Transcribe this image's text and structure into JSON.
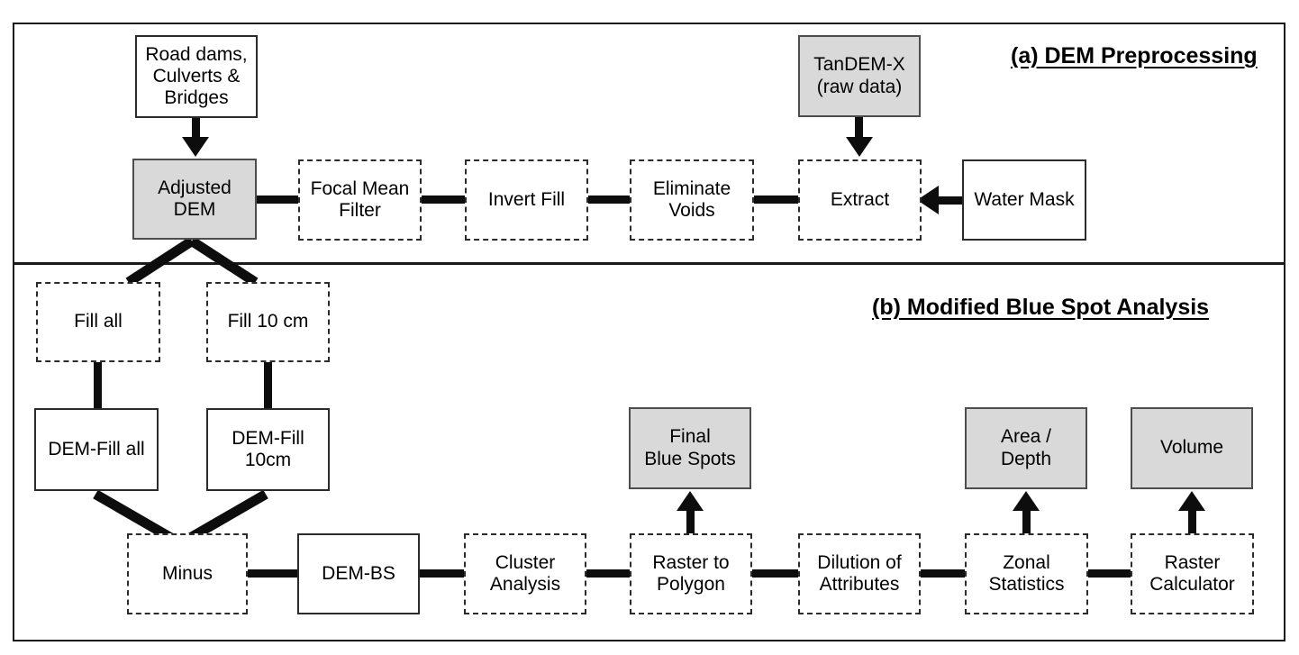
{
  "figure": {
    "type": "flowchart",
    "panels": [
      {
        "id": "a",
        "caption": "(a) DEM Preprocessing",
        "nodes": [
          {
            "key": "road_dams",
            "label": "Road dams,\nCulverts &\nBridges",
            "style": "solid"
          },
          {
            "key": "adjusted_dem",
            "label": "Adjusted\nDEM",
            "style": "shaded"
          },
          {
            "key": "focal_mean",
            "label": "Focal Mean\nFilter",
            "style": "dashed"
          },
          {
            "key": "invert_fill",
            "label": "Invert Fill",
            "style": "dashed"
          },
          {
            "key": "eliminate",
            "label": "Eliminate\nVoids",
            "style": "dashed"
          },
          {
            "key": "extract",
            "label": "Extract",
            "style": "dashed"
          },
          {
            "key": "water_mask",
            "label": "Water Mask",
            "style": "solid"
          },
          {
            "key": "tandem_x",
            "label": "TanDEM-X\n(raw data)",
            "style": "shaded"
          }
        ]
      },
      {
        "id": "b",
        "caption": "(b) Modified Blue Spot Analysis",
        "nodes": [
          {
            "key": "fill_all",
            "label": "Fill all",
            "style": "dashed"
          },
          {
            "key": "fill_10cm",
            "label": "Fill 10 cm",
            "style": "dashed"
          },
          {
            "key": "dem_fill_all",
            "label": "DEM-Fill all",
            "style": "solid"
          },
          {
            "key": "dem_fill_10cm",
            "label": "DEM-Fill\n10cm",
            "style": "solid"
          },
          {
            "key": "minus",
            "label": "Minus",
            "style": "dashed"
          },
          {
            "key": "dem_bs",
            "label": "DEM-BS",
            "style": "solid"
          },
          {
            "key": "cluster",
            "label": "Cluster\nAnalysis",
            "style": "dashed"
          },
          {
            "key": "raster_polygon",
            "label": "Raster to\nPolygon",
            "style": "dashed"
          },
          {
            "key": "final_blue",
            "label": "Final\nBlue Spots",
            "style": "shaded"
          },
          {
            "key": "dilution",
            "label": "Dilution of\nAttributes",
            "style": "dashed"
          },
          {
            "key": "zonal",
            "label": "Zonal\nStatistics",
            "style": "dashed"
          },
          {
            "key": "area_depth",
            "label": "Area /\nDepth",
            "style": "shaded"
          },
          {
            "key": "raster_calc",
            "label": "Raster\nCalculator",
            "style": "dashed"
          },
          {
            "key": "volume",
            "label": "Volume",
            "style": "shaded"
          }
        ]
      }
    ],
    "colors": {
      "shaded_fill": "#d9d9d9",
      "stroke": "#2b2b2b",
      "connector": "#0d0d0d",
      "background": "#ffffff"
    }
  }
}
